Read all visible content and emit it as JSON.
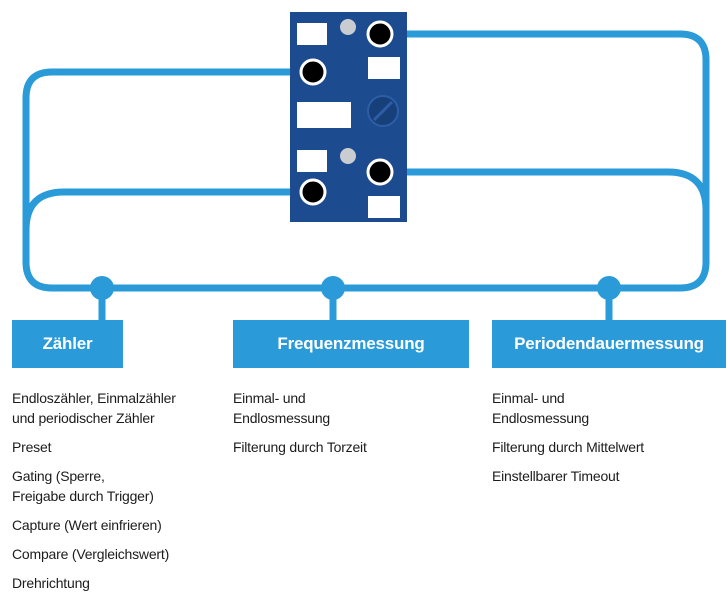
{
  "colors": {
    "line": "#2a9ad8",
    "module": "#1c4b8f",
    "header_bg": "#2a9ad8",
    "header_text": "#ffffff",
    "body_text": "#1c1c1c"
  },
  "device": {
    "icons": [
      "connector-port-icon",
      "led-indicator-icon",
      "rotary-switch-icon",
      "label-field-icon"
    ]
  },
  "columns": [
    {
      "title": "Zähler",
      "items": [
        [
          "Endloszähler, Einmalzähler",
          "und periodischer Zähler"
        ],
        [
          "Preset"
        ],
        [
          "Gating (Sperre,",
          "Freigabe durch Trigger)"
        ],
        [
          "Capture (Wert einfrieren)"
        ],
        [
          "Compare (Vergleichswert)"
        ],
        [
          "Drehrichtung"
        ]
      ]
    },
    {
      "title": "Frequenzmessung",
      "items": [
        [
          "Einmal- und",
          "Endlosmessung"
        ],
        [
          "Filterung durch Torzeit"
        ]
      ]
    },
    {
      "title": "Periodendauermessung",
      "items": [
        [
          "Einmal- und",
          "Endlosmessung"
        ],
        [
          "Filterung durch Mittelwert"
        ],
        [
          "Einstellbarer Timeout"
        ]
      ]
    }
  ]
}
